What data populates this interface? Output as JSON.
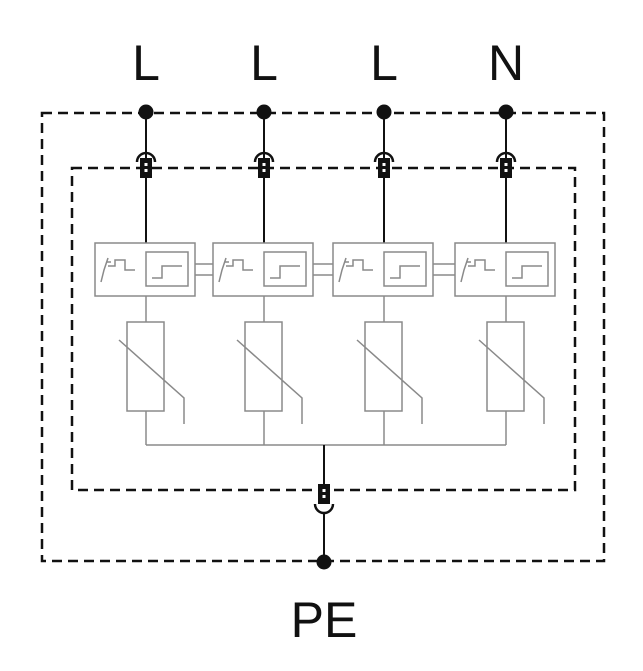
{
  "terminals": {
    "top": [
      {
        "label": "L"
      },
      {
        "label": "L"
      },
      {
        "label": "L"
      },
      {
        "label": "N"
      }
    ],
    "bottom": {
      "label": "PE"
    }
  },
  "colors": {
    "line": "#111111",
    "component": "#8a8a8a"
  },
  "icons": {
    "terminal": "terminal-dot-icon",
    "fuse": "fuse-icon",
    "disconnector": "thermal-disconnector-icon",
    "varistor": "varistor-icon"
  }
}
